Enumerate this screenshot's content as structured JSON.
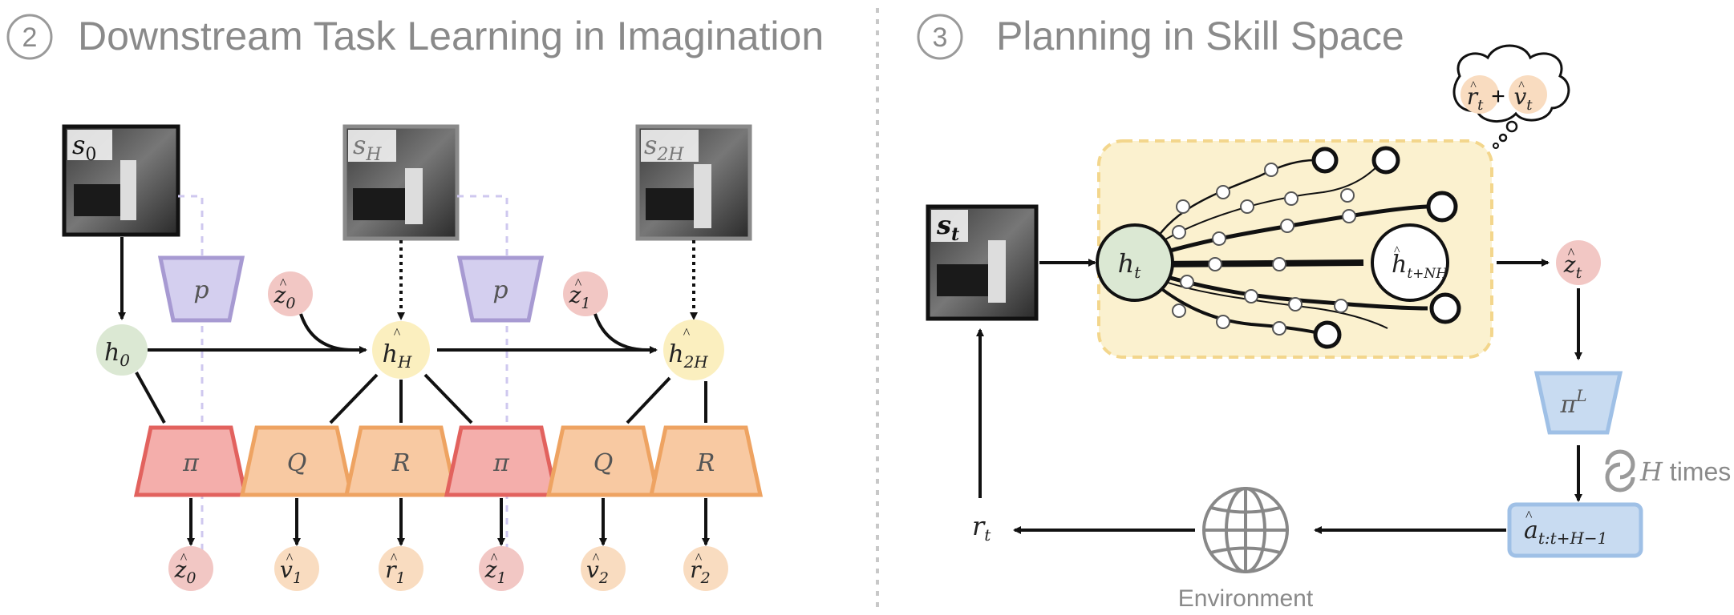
{
  "left_panel": {
    "step_number": "2",
    "title": "Downstream Task Learning in Imagination",
    "states": [
      "s",
      "s",
      "s"
    ],
    "state_subs": [
      "0",
      "H",
      "2H"
    ],
    "latents": {
      "h0": "h",
      "h0_sub": "0",
      "hH": "h",
      "hH_sub": "H",
      "h2H": "h",
      "h2H_sub": "2H"
    },
    "skill_inputs": [
      {
        "base": "z",
        "sub": "0"
      },
      {
        "base": "z",
        "sub": "1"
      }
    ],
    "prior_label": "p",
    "modules": [
      "π",
      "Q",
      "R",
      "π",
      "Q",
      "R"
    ],
    "outputs": [
      {
        "base": "z",
        "sub": "0"
      },
      {
        "base": "v",
        "sub": "1"
      },
      {
        "base": "r",
        "sub": "1"
      },
      {
        "base": "z",
        "sub": "1"
      },
      {
        "base": "v",
        "sub": "2"
      },
      {
        "base": "r",
        "sub": "2"
      }
    ]
  },
  "right_panel": {
    "step_number": "3",
    "title": "Planning in Skill Space",
    "state": {
      "base": "s",
      "sub": "t"
    },
    "latent_start": {
      "base": "h",
      "sub": "t"
    },
    "latent_end": {
      "base": "h",
      "sub": "t+NH"
    },
    "thought": {
      "r": "r",
      "r_sub": "t",
      "plus": "+",
      "v": "v",
      "v_sub": "t"
    },
    "skill_out": {
      "base": "z",
      "sub": "t"
    },
    "policy": {
      "base": "π",
      "sup": "L"
    },
    "repeat": {
      "var": "H",
      "text": " times"
    },
    "action": {
      "base": "a",
      "sub": "t:t+H−1"
    },
    "reward": {
      "base": "r",
      "sub": "t"
    },
    "environment": "Environment"
  },
  "colors": {
    "green": "#dbe8d3",
    "green_stroke": "#7fa86e",
    "yellow": "#fbefbf",
    "pink": "#f2c7c4",
    "orange": "#f9dcc0",
    "pi_red": "#f4aeab",
    "pi_red_stroke": "#e2625e",
    "orange_box": "#f8c9a2",
    "orange_stroke": "#eea362",
    "purple": "#d4cfef",
    "purple_stroke": "#a79ad2",
    "blue": "#c8dbf1",
    "blue_stroke": "#9fc0e6",
    "cloud_box": "#fbf1cf",
    "cloud_stroke": "#f3d68c"
  }
}
